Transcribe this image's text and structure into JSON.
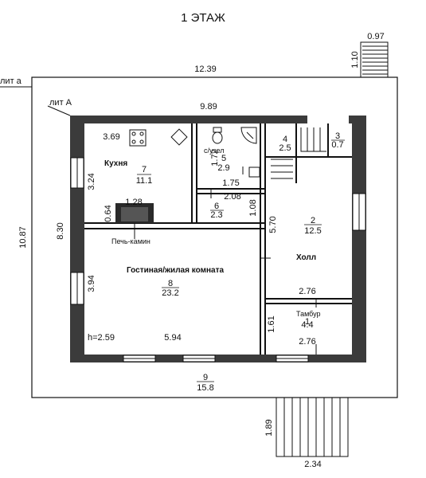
{
  "title": "1 ЭТАЖ",
  "labels": {
    "lit_a": "лит а",
    "lit_A": "лит А",
    "pech": "Печь-камин",
    "height": "h=2.59"
  },
  "rooms": {
    "kitchen": {
      "name": "Кухня",
      "number": "7",
      "area": "11.1"
    },
    "wc": {
      "name": "с/узел",
      "number": "5",
      "area": "2.9"
    },
    "closet": {
      "number": "6",
      "area": "2.3"
    },
    "stairs": {
      "number": "4",
      "area": "2.5"
    },
    "room3": {
      "number": "3",
      "area": "0.7"
    },
    "hall": {
      "name": "Холл",
      "number": "2",
      "area": "12.5"
    },
    "living": {
      "name": "Гостиная/жилая комната",
      "number": "8",
      "area": "23.2"
    },
    "vestibule": {
      "name": "Тамбур",
      "number": "1",
      "area": "4.4"
    },
    "terrace": {
      "number": "9",
      "area": "15.8"
    }
  },
  "dims": {
    "outer_width": "12.39",
    "outer_height": "10.87",
    "inner_width": "9.89",
    "inner_height": "8.30",
    "top_step_w": "0.97",
    "top_step_h": "1.10",
    "bottom_step_w": "2.34",
    "bottom_step_h": "1.89",
    "kitchen_w": "3.69",
    "kitchen_h": "3.24",
    "pech_w": "1.28",
    "pech_h": "0.64",
    "wc_h": "1.72",
    "wc_w": "1.75",
    "closet_w": "2.08",
    "closet_h": "1.08",
    "hall_h": "5.70",
    "living_h": "3.94",
    "living_w": "5.94",
    "hall_w": "2.76",
    "vest_w": "2.76",
    "vest_h": "1.61"
  },
  "colors": {
    "wall": "#3b3b3b",
    "line": "#111111"
  }
}
